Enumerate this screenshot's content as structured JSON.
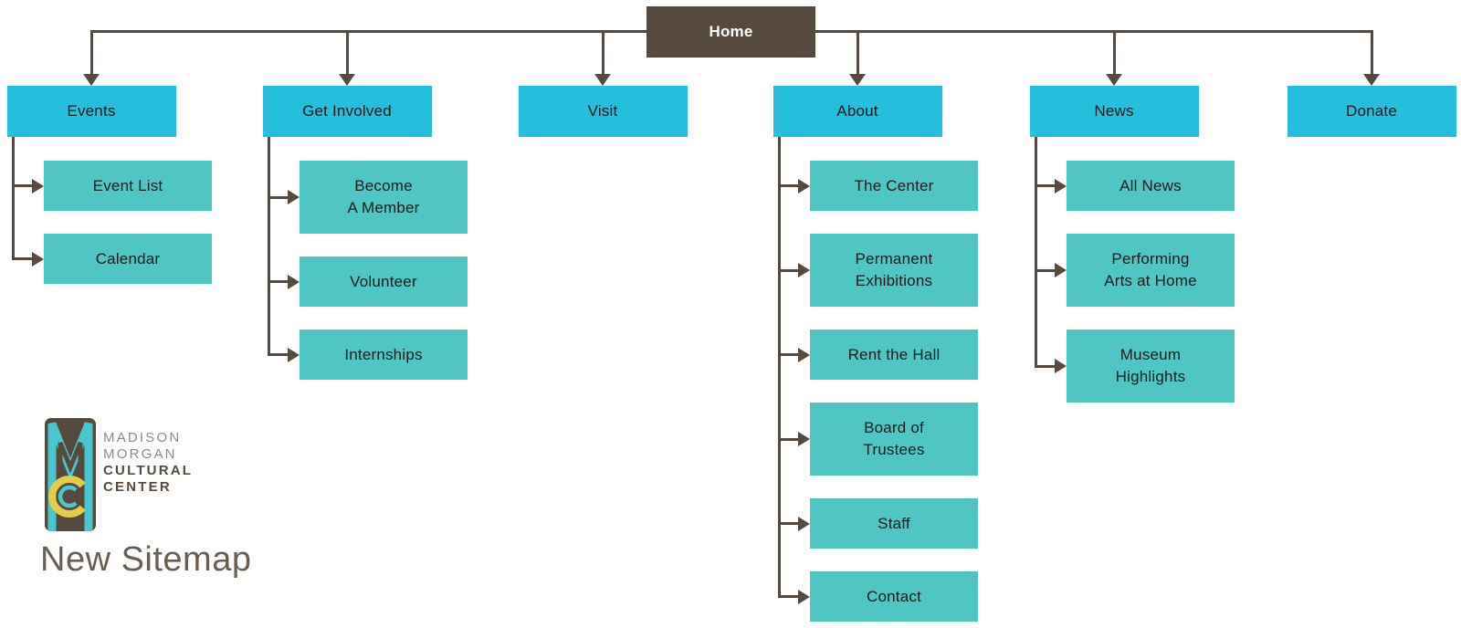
{
  "colors": {
    "brown": "#564A3F",
    "cyan": "#25BEDC",
    "teal": "#4FC5C4",
    "node_label": "#1D1D1B",
    "home_label": "#FFFFFF",
    "logo_teal": "#4CC6CE",
    "logo_yellow": "#E2CC4B",
    "logo_gray": "#8C8C8C",
    "caption_color": "#6A5E52"
  },
  "sitemap": {
    "home": {
      "id": "home",
      "label": "Home"
    },
    "sections": [
      {
        "id": "events",
        "label": "Events",
        "children": [
          {
            "id": "event-list",
            "lines": [
              "Event List"
            ]
          },
          {
            "id": "calendar",
            "lines": [
              "Calendar"
            ]
          }
        ]
      },
      {
        "id": "get-involved",
        "label": "Get Involved",
        "children": [
          {
            "id": "become-a-member",
            "lines": [
              "Become",
              "A Member"
            ]
          },
          {
            "id": "volunteer",
            "lines": [
              "Volunteer"
            ]
          },
          {
            "id": "internships",
            "lines": [
              "Internships"
            ]
          }
        ]
      },
      {
        "id": "visit",
        "label": "Visit",
        "children": []
      },
      {
        "id": "about",
        "label": "About",
        "children": [
          {
            "id": "the-center",
            "lines": [
              "The Center"
            ]
          },
          {
            "id": "permanent-exhibitions",
            "lines": [
              "Permanent",
              "Exhibitions"
            ]
          },
          {
            "id": "rent-the-hall",
            "lines": [
              "Rent the Hall"
            ]
          },
          {
            "id": "board-of-trustees",
            "lines": [
              "Board of",
              "Trustees"
            ]
          },
          {
            "id": "staff",
            "lines": [
              "Staff"
            ]
          },
          {
            "id": "contact",
            "lines": [
              "Contact"
            ]
          }
        ]
      },
      {
        "id": "news",
        "label": "News",
        "children": [
          {
            "id": "all-news",
            "lines": [
              "All News"
            ]
          },
          {
            "id": "performing-arts-at-home",
            "lines": [
              "Performing",
              "Arts at Home"
            ]
          },
          {
            "id": "museum-highlights",
            "lines": [
              "Museum",
              "Highlights"
            ]
          }
        ]
      },
      {
        "id": "donate",
        "label": "Donate",
        "children": []
      }
    ]
  },
  "logo": {
    "monogram": "MMC",
    "lines": [
      {
        "text": "MADISON",
        "style": "gray"
      },
      {
        "text": "MORGAN",
        "style": "gray"
      },
      {
        "text": "CULTURAL",
        "style": "brown"
      },
      {
        "text": "CENTER",
        "style": "brown"
      }
    ]
  },
  "caption": "New Sitemap"
}
